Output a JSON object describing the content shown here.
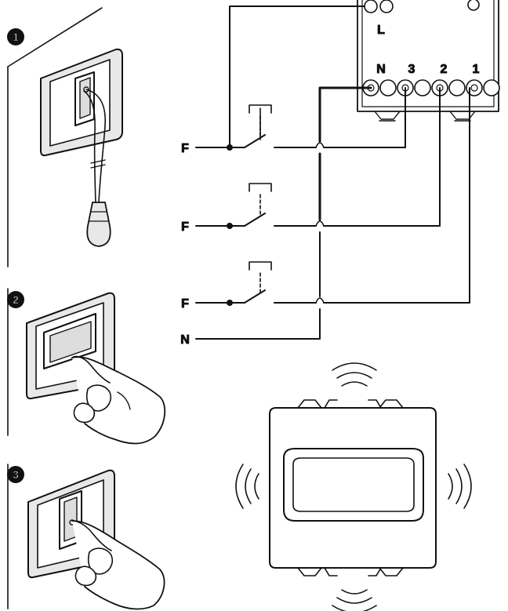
{
  "steps": {
    "step1": "1",
    "step2": "2",
    "step3": "3"
  },
  "terminals": {
    "L": "L",
    "N": "N",
    "t3": "3",
    "t2": "2",
    "t1": "1"
  },
  "wires": {
    "phase1": "F",
    "phase2": "F",
    "phase3": "F",
    "neutral": "N"
  },
  "colors": {
    "line": "#111111",
    "panel": "#ffffff",
    "shade": "#e8e8e8"
  }
}
